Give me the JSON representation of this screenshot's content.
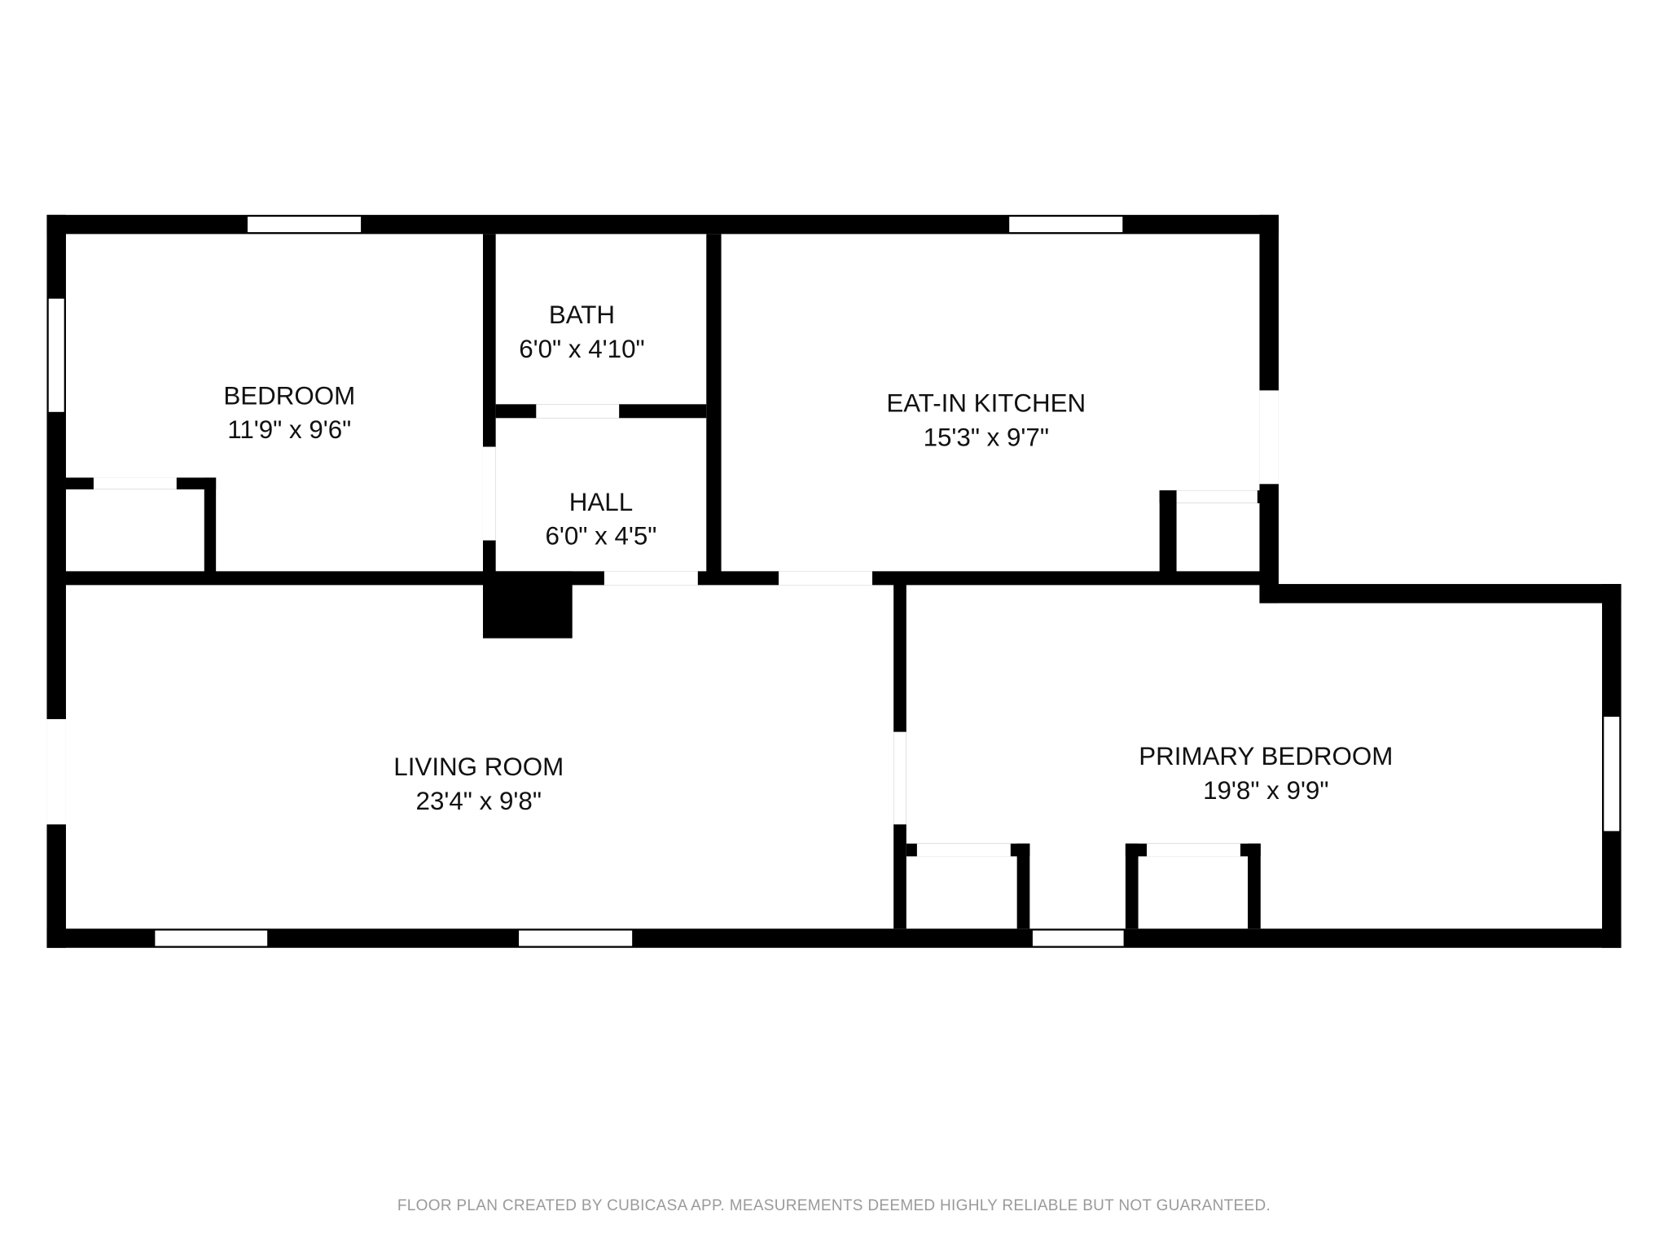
{
  "rooms": [
    {
      "name": "BEDROOM",
      "dimensions": "11'9\" x 9'6\""
    },
    {
      "name": "BATH",
      "dimensions": "6'0\" x 4'10\""
    },
    {
      "name": "EAT-IN KITCHEN",
      "dimensions": "15'3\" x 9'7\""
    },
    {
      "name": "HALL",
      "dimensions": "6'0\" x 4'5\""
    },
    {
      "name": "LIVING ROOM",
      "dimensions": "23'4\" x 9'8\""
    },
    {
      "name": "PRIMARY BEDROOM",
      "dimensions": "19'8\" x 9'9\""
    }
  ],
  "footer": "FLOOR PLAN CREATED BY CUBICASA APP. MEASUREMENTS DEEMED HIGHLY RELIABLE BUT NOT GUARANTEED.",
  "colors": {
    "wall": "#000000",
    "background": "#ffffff",
    "footer_text": "#9a9a9a"
  }
}
